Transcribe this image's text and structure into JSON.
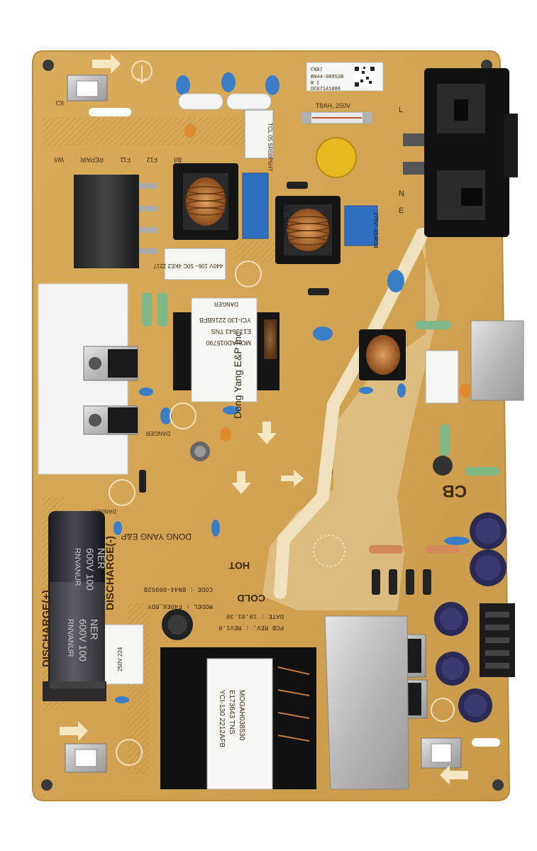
{
  "board": {
    "labels": {
      "discharge_left_1": "DISCHARGE(+)",
      "discharge_left_2": "DISCHARGE(-)",
      "hot": "HOT",
      "cold": "COLD",
      "danger_1": "DANGER",
      "danger_2": "DANGER",
      "danger_3": "DANGER",
      "brand_side": "Dong Yang E&P Inc.",
      "brand_bottom": "DONG YANG E&P",
      "model": "MODEL : F40E6_RDY",
      "code": "CODE : BN44-00952B",
      "pcb_rev": "PCB REV. : REV1.0",
      "date": "DATE : 18.01.30",
      "cb": "CB",
      "sticker_code": "BN44-00952B",
      "sticker_sub": "R C",
      "sticker_serial": "DC07141088",
      "sticker_top": "CN07",
      "fuse_label": "T8AH, 250V",
      "fb1": "F12",
      "fb2": "F11",
      "ici": "ICI",
      "repair": "REPAIR",
      "wi": "W/I",
      "bi": "B/I",
      "l_mark": "L",
      "n_mark": "N",
      "e_mark": "E"
    },
    "components": {
      "transformer_top": [
        "MOHAD015790",
        "E173643 TNS",
        "YCI-130 2216BFB"
      ],
      "transformer_bottom": [
        "MOGAH038530",
        "E173643 TNS",
        "YCI-130 2212AFB"
      ],
      "cap_left_a": [
        "NER",
        "600V 100",
        "RNVANUR"
      ],
      "cap_left_b": [
        "NER",
        "600V 100",
        "RNVANUR"
      ],
      "x_cap_1": "275V~334K11",
      "x_cap_2": "275V~334K04",
      "cap_box_1": "440V 106~ 50C 4KE2 2217",
      "cap_box_2": "250V 224",
      "thermistor": "TCL 05 SR08P5HT"
    }
  }
}
